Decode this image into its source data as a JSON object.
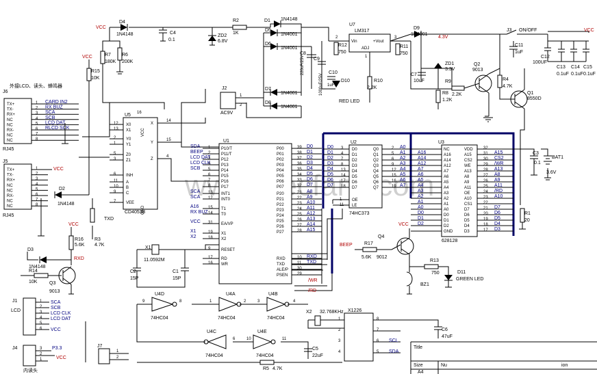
{
  "title_block": {
    "title": "Title",
    "size": "Size",
    "size_value": "A4",
    "nu": "Nu",
    "ion": "ion"
  },
  "watermark": "www.elecfans.com",
  "nets": {
    "vcc": "VCC",
    "txd": "TXD",
    "rxd": "RXD",
    "beep": "BEEP",
    "sda": "SDA",
    "scl": "SCL",
    "scb": "SCB",
    "sca": "SCA",
    "lcd_clk": "LCD CLK",
    "lcd_dat": "LCD DAT",
    "wr": "/WR",
    "rd": "/RD",
    "wr2": "WR",
    "rd2": "RD",
    "ale": "ALE/P",
    "psen": "PSEN",
    "reset": "RESET",
    "ea": "EA/VP",
    "x1": "X1",
    "x2": "X2",
    "int1": "INT1",
    "int0": "INT0",
    "t1": "T1",
    "t0": "T0",
    "rx_buz": "RX BUZ",
    "a16": "A16",
    "p33": "P3.3",
    "card_in": "CARD IN2",
    "rx_buz2": "RX BUZ",
    "rlcd_sck": "RLCD SCK",
    "lcd_dat2": "LCD DAT"
  },
  "components": {
    "d4": {
      "ref": "D4",
      "value": "1N4148"
    },
    "c4": {
      "ref": "C4",
      "value": "0.1"
    },
    "r2": {
      "ref": "R2",
      "value": "1K"
    },
    "zd2": {
      "ref": "ZD2",
      "value": "6.8V"
    },
    "d1": {
      "ref": "D1",
      "value": "1N4148"
    },
    "d5": {
      "ref": "D5",
      "value": "1N4001"
    },
    "d6": {
      "ref": "D6",
      "value": "1N4001"
    },
    "d7": {
      "ref": "D7",
      "value": "1N4001"
    },
    "d8": {
      "ref": "D8",
      "value": "1N4001"
    },
    "c8": {
      "ref": "C8",
      "value": "220uF/25V"
    },
    "c9": {
      "ref": "C9",
      "value": "1000uF/25V"
    },
    "c10": {
      "ref": "C10",
      "value": "1uF"
    },
    "u7": {
      "ref": "U7",
      "value": "LM317",
      "vin": "Vin",
      "vout": "+Vout",
      "adj": "ADJ"
    },
    "r12": {
      "ref": "R12",
      "value": "750"
    },
    "d10": {
      "ref": "D10",
      "value": "RED LED"
    },
    "r10": {
      "ref": "R10",
      "value": "2.2K"
    },
    "r11": {
      "ref": "R11",
      "value": "750"
    },
    "d9": {
      "ref": "D9",
      "value": "1N4001"
    },
    "v43": "4.3V",
    "j3": {
      "ref": "J3",
      "value": "ON/OFF"
    },
    "c11": {
      "ref": "C11",
      "value": "1uF"
    },
    "c12": {
      "ref": "C12",
      "value": "100UF"
    },
    "c13": {
      "ref": "C13",
      "value": "0.1uF"
    },
    "c14": {
      "ref": "C14",
      "value": "0.1uF"
    },
    "c15": {
      "ref": "C15",
      "value": "0.1uF"
    },
    "zd1": {
      "ref": "ZD1",
      "value": "3.3V"
    },
    "c7": {
      "ref": "C7",
      "value": "10uF"
    },
    "r9": {
      "ref": "R9",
      "value": "2.2K"
    },
    "r8": {
      "ref": "R8",
      "value": "1.2K"
    },
    "q2": {
      "ref": "Q2",
      "value": "9013"
    },
    "r4": {
      "ref": "R4",
      "value": "4.7K"
    },
    "q1": {
      "ref": "Q1",
      "value": "8550D"
    },
    "r7": {
      "ref": "R7",
      "value": "180K"
    },
    "r6": {
      "ref": "R6",
      "value": "200K"
    },
    "r15": {
      "ref": "R15",
      "value": "10K"
    },
    "j2": {
      "ref": "J2",
      "value": "AC9V"
    },
    "j6": {
      "ref": "J6",
      "value": "RJ45",
      "label": "外接LCD、读头、蜂鸣器"
    },
    "j5": {
      "ref": "J5",
      "value": "RJ45"
    },
    "u5": {
      "ref": "U5",
      "value": "CD4053B"
    },
    "d2": {
      "ref": "D2",
      "value": "1N4148"
    },
    "r3": {
      "ref": "R3",
      "value": "4.7K"
    },
    "r16": {
      "ref": "R16",
      "value": "5.6K"
    },
    "d3": {
      "ref": "D3",
      "value": "1N4148"
    },
    "r14": {
      "ref": "R14",
      "value": "10K"
    },
    "q3": {
      "ref": "Q3",
      "value": "9013"
    },
    "j1": {
      "ref": "J1",
      "value": "LCD"
    },
    "j4": {
      "ref": "J4",
      "value": "内读头"
    },
    "j7": {
      "ref": "J7"
    },
    "u1": {
      "ref": "U1"
    },
    "x1": {
      "ref": "X1",
      "value": "11.0592M"
    },
    "c2": {
      "ref": "C2",
      "value": "15P"
    },
    "c1": {
      "ref": "C1",
      "value": "15P"
    },
    "u2": {
      "ref": "U2",
      "value": "74HC373",
      "oe": "OE",
      "le": "LE"
    },
    "u3": {
      "ref": "U3",
      "value": "628128"
    },
    "c3": {
      "ref": "C3",
      "value": "0.1"
    },
    "bat1": {
      "ref": "BAT1",
      "value": "3.6V"
    },
    "r1": {
      "ref": "R1",
      "value": "20"
    },
    "r17": {
      "ref": "R17",
      "value": "5.6K"
    },
    "q4": {
      "ref": "Q4",
      "value": "9012"
    },
    "r13": {
      "ref": "R13",
      "value": "750"
    },
    "d11": {
      "ref": "D11",
      "value": "GREEN LED"
    },
    "bz1": {
      "ref": "BZ1"
    },
    "u4d": {
      "ref": "U4D",
      "value": "74HC04"
    },
    "u4a": {
      "ref": "U4A",
      "value": "74HC04"
    },
    "u4b": {
      "ref": "U4B",
      "value": "74HC04"
    },
    "u4c": {
      "ref": "U4C",
      "value": "74HC04"
    },
    "u4e": {
      "ref": "U4E",
      "value": "74HC04"
    },
    "x2": {
      "ref": "X2",
      "value": "32.768KHz"
    },
    "x1226": {
      "ref": "X1226"
    },
    "c6": {
      "ref": "C6",
      "value": "47uF"
    },
    "c5": {
      "ref": "C5",
      "value": "22uF"
    },
    "r5": {
      "ref": "R5",
      "value": "4.7K"
    }
  },
  "u5_pins": {
    "left": [
      "X0",
      "X1",
      "Y0",
      "Y1",
      "Z0",
      "Z1",
      "INH",
      "A",
      "B",
      "C",
      "VEE"
    ],
    "left_nums": [
      "12",
      "13",
      "2",
      "1",
      "5",
      "3",
      "6",
      "11",
      "10",
      "9",
      "7"
    ],
    "right": [
      "X",
      "Y",
      "Z",
      "VCC",
      "GND"
    ],
    "right_nums": [
      "14",
      "15",
      "4",
      "16",
      "8"
    ]
  },
  "u1_pins": {
    "left": [
      "P10/T",
      "P11/T",
      "P12",
      "P13",
      "P14",
      "P15",
      "P16",
      "P17",
      "INT1",
      "INT0",
      "T1",
      "T0",
      "EA/VP",
      "X1",
      "X2",
      "RESET",
      "RD",
      "WR"
    ],
    "left_nums": [
      "1",
      "2",
      "3",
      "4",
      "5",
      "6",
      "7",
      "8",
      "13",
      "12",
      "15",
      "14",
      "31",
      "19",
      "18",
      "9",
      "17",
      "16"
    ],
    "left_nets": [
      "SDA",
      "BEEP",
      "LCD DAT",
      "LCD CLK",
      "SCB",
      "",
      "",
      "",
      "SCA",
      "SCA",
      "A16",
      "RX BUZ",
      "VCC",
      "X1",
      "X2",
      "",
      "",
      ""
    ],
    "right": [
      "P00",
      "P01",
      "P02",
      "P03",
      "P04",
      "P05",
      "P06",
      "P07",
      "P20",
      "P21",
      "P22",
      "P23",
      "P24",
      "P25",
      "P26",
      "P27",
      "RXD",
      "TXD",
      "ALE/P",
      "PSEN"
    ],
    "right_nums": [
      "39",
      "38",
      "37",
      "36",
      "35",
      "34",
      "33",
      "32",
      "21",
      "22",
      "23",
      "24",
      "25",
      "26",
      "27",
      "28",
      "10",
      "11",
      "30",
      "29"
    ],
    "right_nets": [
      "D0",
      "D1",
      "D2",
      "D3",
      "D4",
      "D5",
      "D6",
      "D7",
      "A8",
      "A9",
      "A10",
      "A11",
      "A12",
      "A13",
      "A14",
      "A15",
      "RXD",
      "TXD",
      "",
      ""
    ]
  },
  "u2_pins": {
    "left": [
      "D0",
      "D1",
      "D2",
      "D3",
      "D4",
      "D5",
      "D6",
      "D7"
    ],
    "left_nums": [
      "3",
      "4",
      "7",
      "8",
      "13",
      "14",
      "17",
      "18"
    ],
    "right": [
      "Q0",
      "Q1",
      "Q2",
      "Q3",
      "Q4",
      "Q5",
      "Q6",
      "Q7"
    ],
    "right_nums": [
      "2",
      "5",
      "6",
      "9",
      "12",
      "15",
      "16",
      "19"
    ],
    "right_nets": [
      "A0",
      "A1",
      "A2",
      "A3",
      "A4",
      "A5",
      "A6",
      "A7"
    ]
  },
  "u3_pins": {
    "left": [
      "NC",
      "A16",
      "A14",
      "A12",
      "A7",
      "A6",
      "A5",
      "A4",
      "A3",
      "A2",
      "A1",
      "A0",
      "D0",
      "D1",
      "D2",
      "GND"
    ],
    "left_nets": [
      "",
      "A16",
      "A14",
      "A12",
      "A7",
      "A6",
      "A5",
      "A4",
      "A3",
      "A2",
      "A1",
      "A0",
      "D0",
      "D1",
      "D2",
      ""
    ],
    "right": [
      "VDD",
      "A15",
      "CS2",
      "WE",
      "A13",
      "A8",
      "A9",
      "A11",
      "OE",
      "A10",
      "CS1",
      "D7",
      "D6",
      "D5",
      "D4",
      "D3"
    ],
    "right_nums": [
      "32",
      "31",
      "30",
      "29",
      "28",
      "27",
      "26",
      "25",
      "24",
      "23",
      "22",
      "21",
      "20",
      "19",
      "18",
      "17"
    ],
    "right_nets": [
      "",
      "A15",
      "CS2",
      "/WR",
      "A13",
      "A8",
      "A9",
      "A11",
      "/RD",
      "A10",
      "",
      "D7",
      "D6",
      "D5",
      "D4",
      "D3"
    ]
  },
  "j6_pins": {
    "names": [
      "TX+",
      "TX-",
      "RX+",
      "NC",
      "NC",
      "RX-",
      "NC",
      "NC"
    ],
    "nums": [
      "1",
      "2",
      "3",
      "4",
      "5",
      "6",
      "7",
      "8"
    ],
    "nets": [
      "CARD IN2",
      "RX BUZ",
      "SCA",
      "SCB",
      "LCD DAT",
      "RLCD SCK",
      "",
      ""
    ]
  },
  "j5_pins": {
    "names": [
      "TX+",
      "TX-",
      "RX+",
      "NC",
      "NC",
      "RX-",
      "NC",
      "NC"
    ],
    "nums": [
      "1",
      "2",
      "3",
      "4",
      "5",
      "6",
      "7",
      "8"
    ]
  },
  "j1_pins": {
    "nums": [
      "1",
      "2",
      "3",
      "4",
      "5",
      "6"
    ],
    "nets": [
      "SCA",
      "SCB",
      "LCD CLK",
      "LCD DAT",
      "",
      "VCC"
    ]
  },
  "x1226_pins": {
    "left": [
      "1",
      "2",
      "3",
      "4"
    ],
    "right": [
      "8",
      "7",
      "6",
      "5"
    ],
    "right_nets": [
      "",
      "",
      "SCL",
      "SDA"
    ]
  }
}
